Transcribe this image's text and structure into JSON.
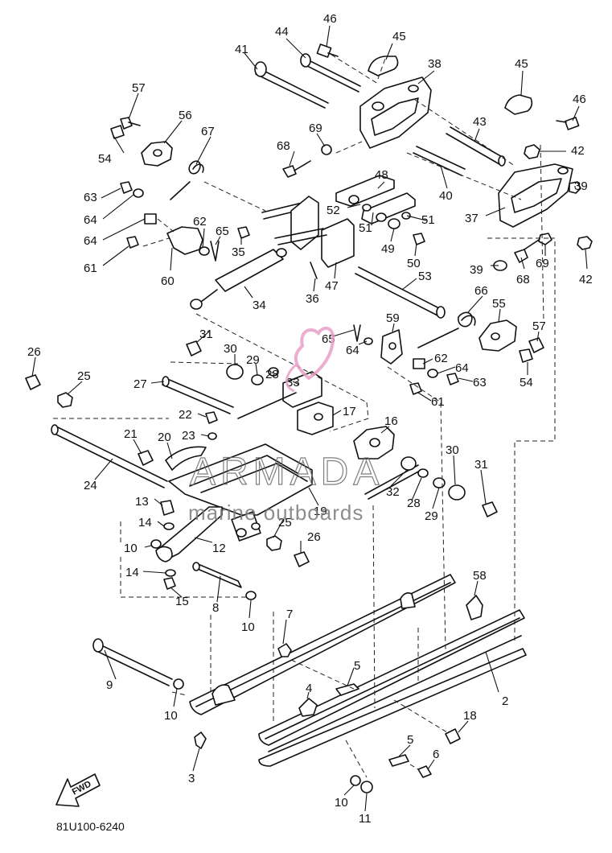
{
  "diagram": {
    "part_numbers": [
      {
        "n": "46"
      },
      {
        "n": "44"
      },
      {
        "n": "45"
      },
      {
        "n": "41"
      },
      {
        "n": "38"
      },
      {
        "n": "45"
      },
      {
        "n": "46"
      },
      {
        "n": "57"
      },
      {
        "n": "56"
      },
      {
        "n": "67"
      },
      {
        "n": "54"
      },
      {
        "n": "69"
      },
      {
        "n": "68"
      },
      {
        "n": "43"
      },
      {
        "n": "42"
      },
      {
        "n": "48"
      },
      {
        "n": "40"
      },
      {
        "n": "39"
      },
      {
        "n": "63"
      },
      {
        "n": "52"
      },
      {
        "n": "51"
      },
      {
        "n": "37"
      },
      {
        "n": "64"
      },
      {
        "n": "62"
      },
      {
        "n": "64"
      },
      {
        "n": "65"
      },
      {
        "n": "51"
      },
      {
        "n": "49"
      },
      {
        "n": "50"
      },
      {
        "n": "35"
      },
      {
        "n": "61"
      },
      {
        "n": "39"
      },
      {
        "n": "68"
      },
      {
        "n": "69"
      },
      {
        "n": "42"
      },
      {
        "n": "60"
      },
      {
        "n": "47"
      },
      {
        "n": "53"
      },
      {
        "n": "36"
      },
      {
        "n": "34"
      },
      {
        "n": "66"
      },
      {
        "n": "55"
      },
      {
        "n": "59"
      },
      {
        "n": "57"
      },
      {
        "n": "31"
      },
      {
        "n": "30"
      },
      {
        "n": "29"
      },
      {
        "n": "65"
      },
      {
        "n": "64"
      },
      {
        "n": "26"
      },
      {
        "n": "28"
      },
      {
        "n": "33"
      },
      {
        "n": "62"
      },
      {
        "n": "64"
      },
      {
        "n": "63"
      },
      {
        "n": "54"
      },
      {
        "n": "25"
      },
      {
        "n": "27"
      },
      {
        "n": "61"
      },
      {
        "n": "22"
      },
      {
        "n": "17"
      },
      {
        "n": "23"
      },
      {
        "n": "16"
      },
      {
        "n": "21"
      },
      {
        "n": "20"
      },
      {
        "n": "30"
      },
      {
        "n": "31"
      },
      {
        "n": "24"
      },
      {
        "n": "32"
      },
      {
        "n": "28"
      },
      {
        "n": "19"
      },
      {
        "n": "29"
      },
      {
        "n": "13"
      },
      {
        "n": "14"
      },
      {
        "n": "25"
      },
      {
        "n": "10"
      },
      {
        "n": "12"
      },
      {
        "n": "26"
      },
      {
        "n": "14"
      },
      {
        "n": "58"
      },
      {
        "n": "15"
      },
      {
        "n": "8"
      },
      {
        "n": "10"
      },
      {
        "n": "7"
      },
      {
        "n": "5"
      },
      {
        "n": "9"
      },
      {
        "n": "4"
      },
      {
        "n": "2"
      },
      {
        "n": "10"
      },
      {
        "n": "18"
      },
      {
        "n": "3"
      },
      {
        "n": "5"
      },
      {
        "n": "6"
      },
      {
        "n": "10"
      },
      {
        "n": "11"
      }
    ],
    "fwd_label": "FWD",
    "diagram_code": "81U100-6240"
  },
  "watermark": {
    "brand": "ARMADA",
    "tagline": "marine outboards",
    "accent_color": "#e8a0c8"
  }
}
